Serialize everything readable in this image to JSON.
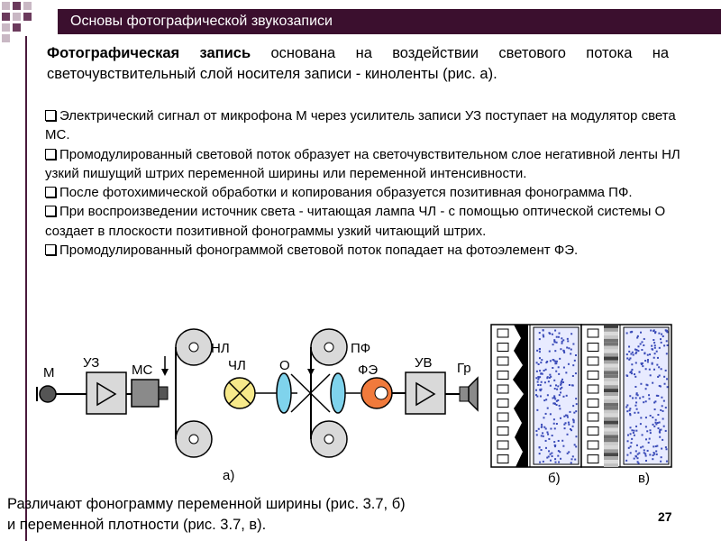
{
  "header": {
    "title": "Основы фотографической звукозаписи"
  },
  "intro": {
    "bold": "Фотографическая запись",
    "rest": " основана на воздействии светового потока на светочувствительный слой носителя записи - киноленты (рис. а)."
  },
  "bullets": [
    "Электрический сигнал от микрофона М через усилитель записи УЗ поступает на модулятор света МС.",
    "Промодулированный световой поток образует на светочувствительном слое негативной ленты НЛ узкий пишущий штрих переменной ширины или переменной интенсивности.",
    "После фотохимической обработки и копирования образуется позитивная фонограмма ПФ.",
    "При воспроизведении источник света - читающая лампа ЧЛ - с помощью оптической системы О создает в плоскости позитивной фонограммы узкий читающий штрих.",
    "Промодулированный фонограммой световой поток попадает на фотоэлемент ФЭ."
  ],
  "diagram": {
    "labels": {
      "mic": "М",
      "uz": "УЗ",
      "ms": "МС",
      "nl": "НЛ",
      "chl": "ЧЛ",
      "o": "О",
      "pf": "ПФ",
      "fe": "ФЭ",
      "uv": "УВ",
      "gr": "Гр",
      "fig_a": "а)",
      "fig_b": "б)",
      "fig_v": "в)"
    },
    "colors": {
      "lamp": "#f7e98a",
      "lens": "#7fd3ec",
      "photocell": "#f07a3c",
      "box": "#d9d9d9",
      "dots": "#3a4bb8"
    }
  },
  "caption": {
    "line1": "Различают фонограмму переменной ширины (рис. 3.7, б)",
    "line2": "и переменной плотности (рис. 3.7, в)."
  },
  "page_number": "27"
}
